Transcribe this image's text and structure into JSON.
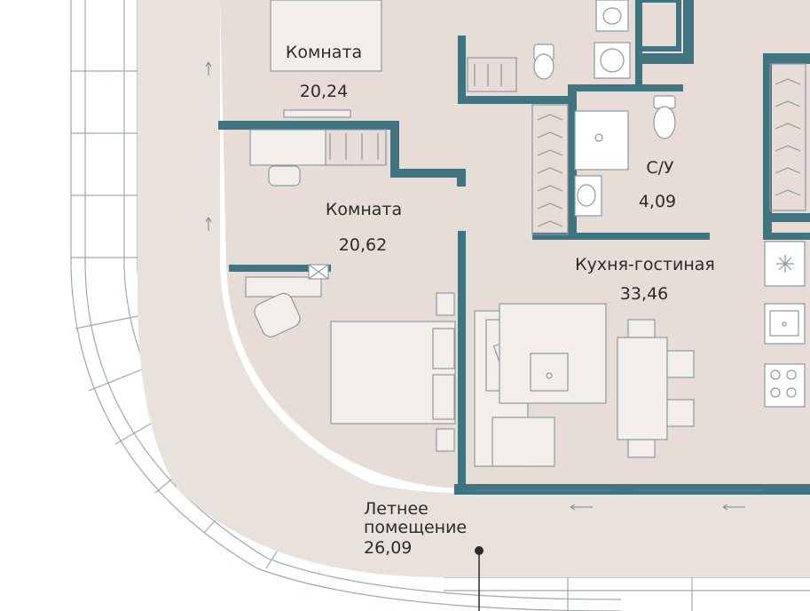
{
  "rooms": [
    {
      "name": "Комната",
      "area": "20,24"
    },
    {
      "name": "Комната",
      "area": "20,62"
    },
    {
      "name": "С/У",
      "area": "4,09"
    },
    {
      "name": "Кухня-гостиная",
      "area": "33,46"
    },
    {
      "name": "Летнее помещение",
      "name_line1": "Летнее",
      "name_line2": "помещение",
      "area": "26,09"
    }
  ],
  "colors": {
    "wall": "#3f7480",
    "floor": "#e8ddd6",
    "balcony": "#e9e1db",
    "background": "#ffffff",
    "furniture_stroke": "#8a9aa3",
    "text": "#2b2b2b"
  },
  "icons": [
    "bed-icon",
    "desk-icon",
    "chair-icon",
    "wardrobe-icon",
    "toilet-icon",
    "sink-icon",
    "shower-icon",
    "washer-icon",
    "sofa-icon",
    "coffee-table-icon",
    "dining-table-icon",
    "stove-icon",
    "kitchen-sink-icon",
    "window-icon",
    "pin-marker-icon"
  ]
}
